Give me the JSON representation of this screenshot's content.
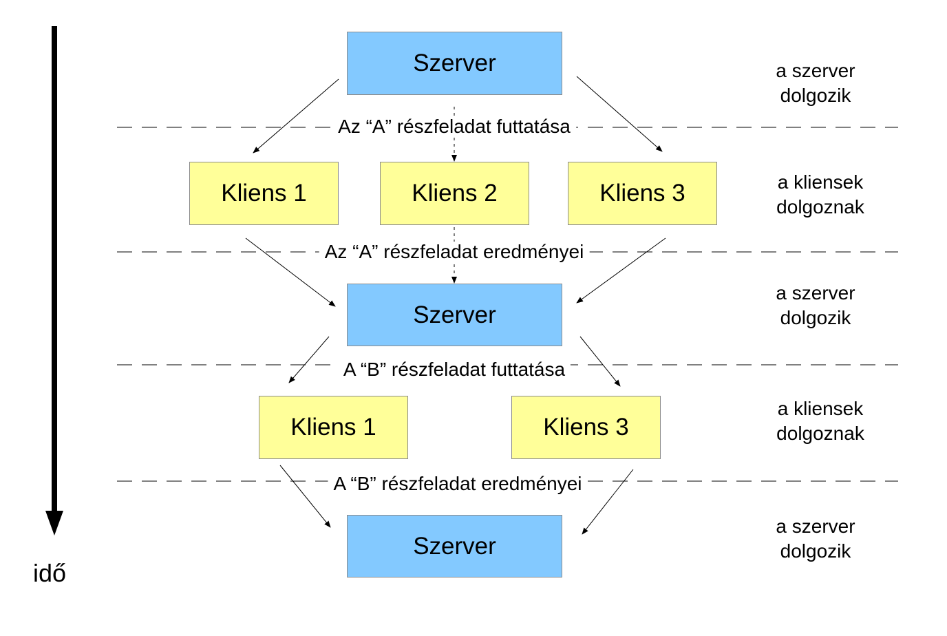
{
  "servers": [
    {
      "label": "Szerver"
    },
    {
      "label": "Szerver"
    },
    {
      "label": "Szerver"
    }
  ],
  "clients_a": [
    {
      "label": "Kliens 1"
    },
    {
      "label": "Kliens 2"
    },
    {
      "label": "Kliens 3"
    }
  ],
  "clients_b": [
    {
      "label": "Kliens 1"
    },
    {
      "label": "Kliens 3"
    }
  ],
  "phases": [
    {
      "label": "Az “A” részfeladat futtatása"
    },
    {
      "label": "Az “A” részfeladat eredményei"
    },
    {
      "label": "A “B” részfeladat futtatása"
    },
    {
      "label": "A “B” részfeladat eredményei"
    }
  ],
  "side_labels": [
    {
      "line1": "a szerver",
      "line2": "dolgozik"
    },
    {
      "line1": "a kliensek",
      "line2": "dolgoznak"
    },
    {
      "line1": "a szerver",
      "line2": "dolgozik"
    },
    {
      "line1": "a kliensek",
      "line2": "dolgoznak"
    },
    {
      "line1": "a szerver",
      "line2": "dolgozik"
    }
  ],
  "time_axis": {
    "label": "idő"
  },
  "colors": {
    "server": "#83c9ff",
    "client": "#ffff99"
  }
}
